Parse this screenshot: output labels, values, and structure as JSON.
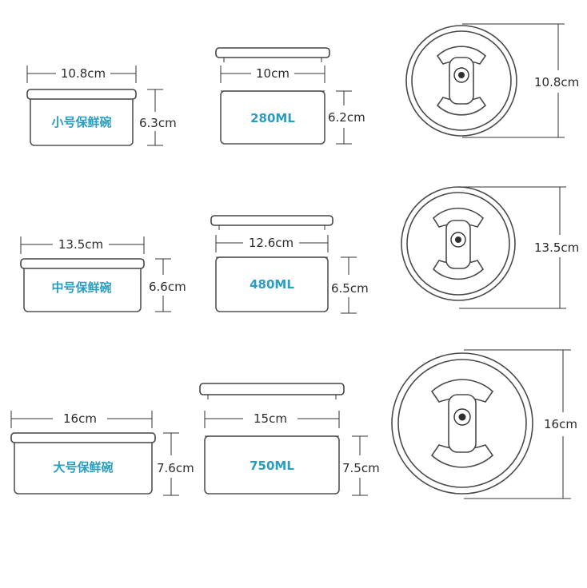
{
  "colors": {
    "accent": "#2a9dc0",
    "outline": "#555555",
    "text": "#2b2b2b"
  },
  "rows": [
    {
      "name": "小号保鲜碗",
      "bowl_width": "10.8cm",
      "bowl_height": "6.3cm",
      "inner_width": "10cm",
      "volume": "280ML",
      "inner_height": "6.2cm",
      "lid_diameter": "10.8cm"
    },
    {
      "name": "中号保鲜碗",
      "bowl_width": "13.5cm",
      "bowl_height": "6.6cm",
      "inner_width": "12.6cm",
      "volume": "480ML",
      "inner_height": "6.5cm",
      "lid_diameter": "13.5cm"
    },
    {
      "name": "大号保鲜碗",
      "bowl_width": "16cm",
      "bowl_height": "7.6cm",
      "inner_width": "15cm",
      "volume": "750ML",
      "inner_height": "7.5cm",
      "lid_diameter": "16cm"
    }
  ]
}
